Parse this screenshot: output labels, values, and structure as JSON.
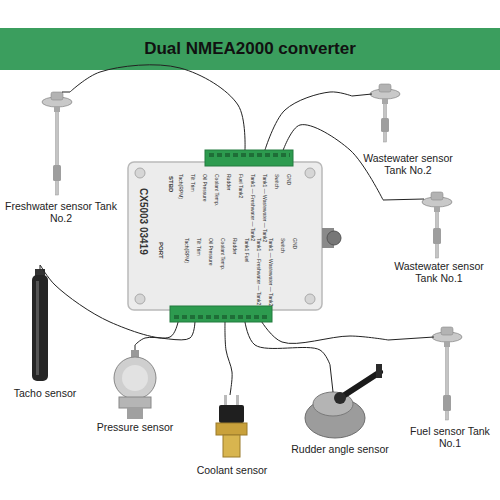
{
  "diagram": {
    "title": "Dual NMEA2000 converter",
    "nodes": [
      {
        "text": [
          "CX5003 03419",
          "STBD",
          "Tach(RPM)",
          "Tilt Trim",
          "Oil Pressure",
          "Coolant Temp.",
          "Rudder",
          "Fuel Tank2",
          "Tank1 — Freshwater — Tank2",
          "Tank1 — Wastewater — Tank2",
          "Switch",
          "GND",
          "PORT",
          "Tach(RPM)",
          "Tilt Trim",
          "Oil Pressure",
          "Coolant Temp.",
          "Rudder",
          "Tank1 Fuel",
          "Tank1 — Freshwater — Tank2",
          "Tank1 — Wastewater — Tank2",
          "Switch",
          "GND"
        ]
      },
      {
        "text": [
          "Freshwater sensor Tank No.2"
        ]
      },
      {
        "text": [
          "Wastewater sensor Tank No.2"
        ]
      },
      {
        "text": [
          "Wastewater sensor Tank No.1"
        ]
      },
      {
        "text": [
          "Tacho sensor"
        ]
      },
      {
        "text": [
          "Pressure sensor"
        ]
      },
      {
        "text": [
          "Coolant sensor"
        ]
      },
      {
        "text": [
          "Rudder angle sensor"
        ]
      },
      {
        "text": [
          "Fuel sensor Tank No.1"
        ]
      }
    ],
    "edges": [
      {
        "from": 0,
        "to": 1,
        "arrow": "none"
      },
      {
        "from": 0,
        "to": 2,
        "arrow": "none"
      },
      {
        "from": 0,
        "to": 3,
        "arrow": "none"
      },
      {
        "from": 0,
        "to": 4,
        "arrow": "none"
      },
      {
        "from": 0,
        "to": 5,
        "arrow": "none"
      },
      {
        "from": 0,
        "to": 6,
        "arrow": "none"
      },
      {
        "from": 0,
        "to": 7,
        "arrow": "none"
      },
      {
        "from": 0,
        "to": 8,
        "arrow": "none"
      }
    ]
  }
}
